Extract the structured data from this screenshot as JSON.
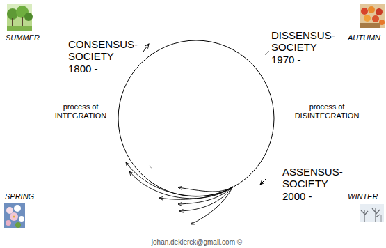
{
  "diagram": {
    "labels": [
      "SUMMER",
      "CONSENSUS- SOCIETY 1800 -",
      "DISSENSUS- SOCIETY 1970 -",
      "AUTUMN",
      "process of INTEGRATION",
      "process of DISINTEGRATION",
      "SPRING",
      "ASSENSUS- SOCIETY 2000 -",
      "WINTER",
      "johan.deklerck@gmail.com ©"
    ]
  }
}
